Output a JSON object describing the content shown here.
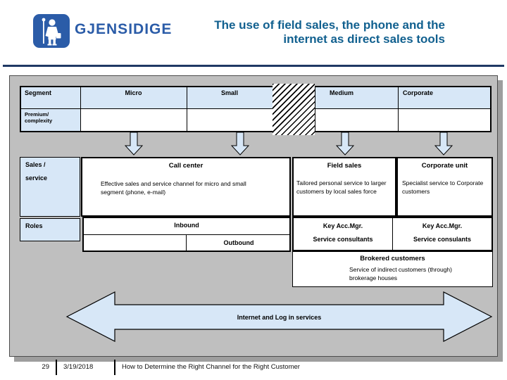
{
  "header": {
    "logo_text": "GJENSIDIGE",
    "title_line1": "The use of field sales, the phone and the",
    "title_line2": "internet as direct sales tools"
  },
  "matrix": {
    "segment_label": "Segment",
    "premium_label_line1": "Premium/",
    "premium_label_line2": "complexity",
    "columns": [
      "Micro",
      "Small",
      "Medium",
      "Corporate"
    ]
  },
  "sales": {
    "row_label_line1": "Sales /",
    "row_label_line2": "service",
    "call_center": {
      "title": "Call center",
      "body": "Effective sales and service channel for micro and small segment (phone, e-mail)"
    },
    "field_sales": {
      "title": "Field sales",
      "body": "Tailored personal service to larger customers by local sales force"
    },
    "corporate_unit": {
      "title": "Corporate unit",
      "body": "Specialist service to Corporate customers"
    }
  },
  "roles": {
    "row_label": "Roles",
    "inbound": "Inbound",
    "outbound": "Outbound",
    "medium": {
      "line1": "Key Acc.Mgr.",
      "line2": "Service consultants"
    },
    "corporate": {
      "line1": "Key Acc.Mgr.",
      "line2": "Service consulants"
    }
  },
  "brokered": {
    "title": "Brokered customers",
    "body": "Service of indirect customers (through) brokerage houses"
  },
  "internet_arrow_label": "Internet and Log in services",
  "footer": {
    "page_number": "29",
    "date": "3/19/2018",
    "title": "How to Determine the Right Channel for the Right Customer"
  },
  "colors": {
    "light_blue": "#d7e7f7",
    "panel_gray": "#bfbfbf",
    "title_blue": "#11608f",
    "logo_blue": "#2b5ca8",
    "separator_navy": "#1f3864"
  }
}
